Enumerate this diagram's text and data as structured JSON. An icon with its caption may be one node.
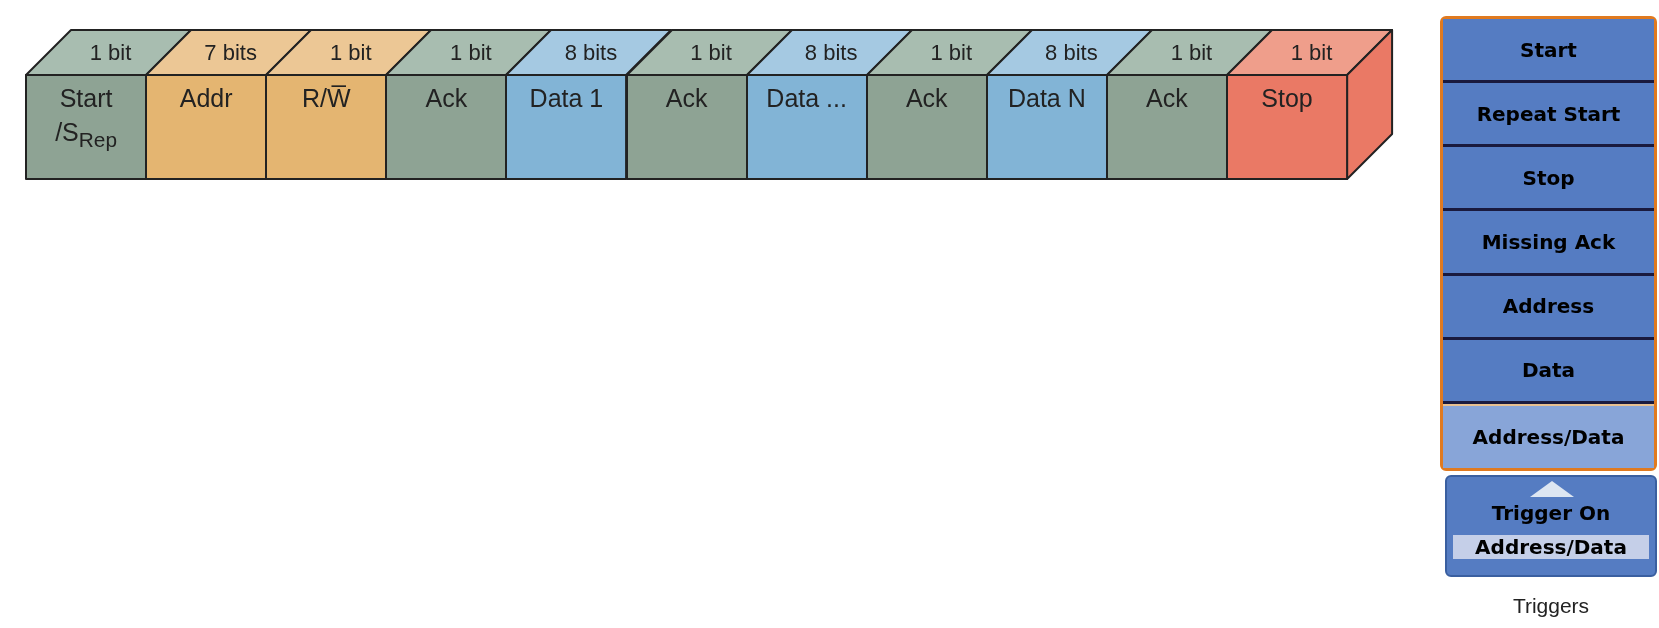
{
  "diagram": {
    "nodes": [
      {
        "text": [
          "1 bit",
          "Start /S$_{Rep}$"
        ]
      },
      {
        "text": [
          "7 bits",
          "Addr"
        ]
      },
      {
        "text": [
          "1 bit",
          "R/W̅"
        ]
      },
      {
        "text": [
          "1 bit",
          "Ack"
        ]
      },
      {
        "text": [
          "8 bits",
          "Data 1"
        ]
      },
      {
        "text": [
          "1 bit",
          "Ack"
        ]
      },
      {
        "text": [
          "8 bits",
          "Data ..."
        ]
      },
      {
        "text": [
          "1 bit",
          "Ack"
        ]
      },
      {
        "text": [
          "8 bits",
          "Data N"
        ]
      },
      {
        "text": [
          "1 bit",
          "Ack"
        ]
      },
      {
        "text": [
          "1 bit",
          "Stop"
        ]
      },
      {
        "text": [],
        "shape": "box"
      },
      {
        "text": [
          "Start"
        ],
        "in": 11
      },
      {
        "text": [
          "Repeat Start"
        ],
        "in": 11
      },
      {
        "text": [
          "Stop"
        ],
        "in": 11
      },
      {
        "text": [
          "Missing Ack"
        ],
        "in": 11
      },
      {
        "text": [
          "Address"
        ],
        "in": 11
      },
      {
        "text": [
          "Data"
        ],
        "in": 11
      },
      {
        "text": [
          "Address/Data"
        ],
        "in": 11
      },
      {
        "text": [
          "Trigger On",
          "Address/Data"
        ]
      }
    ],
    "labels": [
      "Triggers"
    ]
  }
}
